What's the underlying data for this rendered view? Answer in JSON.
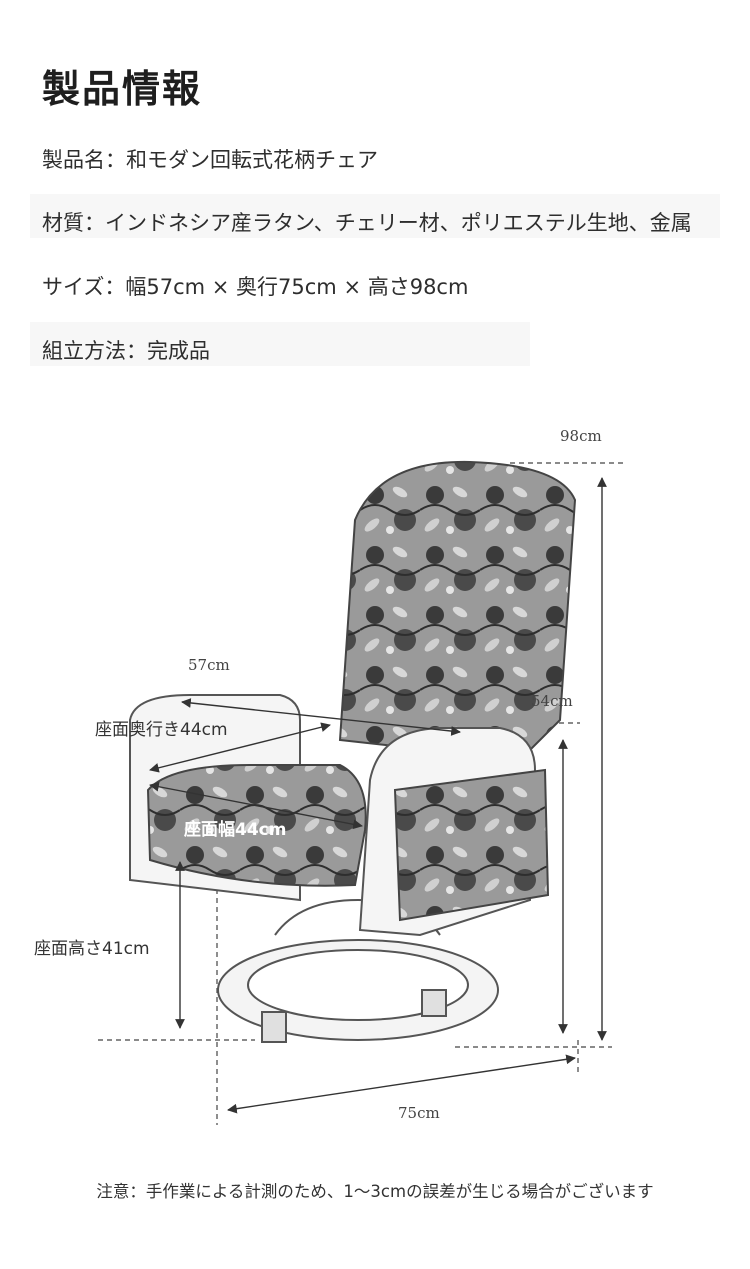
{
  "header": {
    "title": "製品情報"
  },
  "specs": {
    "name": "製品名：和モダン回転式花柄チェア",
    "material": "材質：インドネシア産ラタン、チェリー材、ポリエステル生地、金属",
    "size": "サイズ：幅57cm × 奥行75cm × 高さ98cm",
    "assembly": "組立方法：完成品"
  },
  "dimensions": {
    "height_total": "98cm",
    "width_total": "57cm",
    "arm_height": "54cm",
    "seat_depth": "座面奥行き44cm",
    "seat_width": "座面幅44cm",
    "seat_height": "座面高さ41cm",
    "depth_total": "75cm"
  },
  "note": "注意：手作業による計測のため、1〜3cmの誤差が生じる場合がございます",
  "colors": {
    "fabric": "#6e6e6e",
    "rattan": "#f2f2f2",
    "line": "#333333"
  }
}
